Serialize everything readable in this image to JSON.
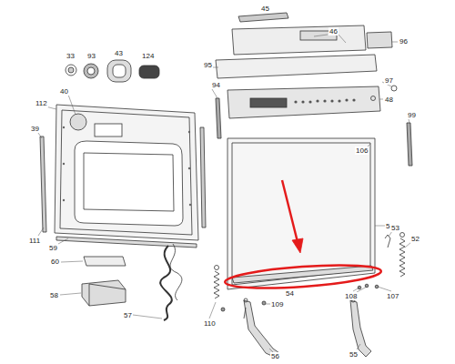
{
  "diagram": {
    "labels": [
      "33",
      "93",
      "43",
      "124",
      "45",
      "46",
      "96",
      "95",
      "97",
      "48",
      "94",
      "99",
      "112",
      "40",
      "39",
      "106",
      "51",
      "111",
      "59",
      "53",
      "52",
      "60",
      "54",
      "108",
      "107",
      "58",
      "57",
      "110",
      "109",
      "56",
      "55"
    ]
  }
}
